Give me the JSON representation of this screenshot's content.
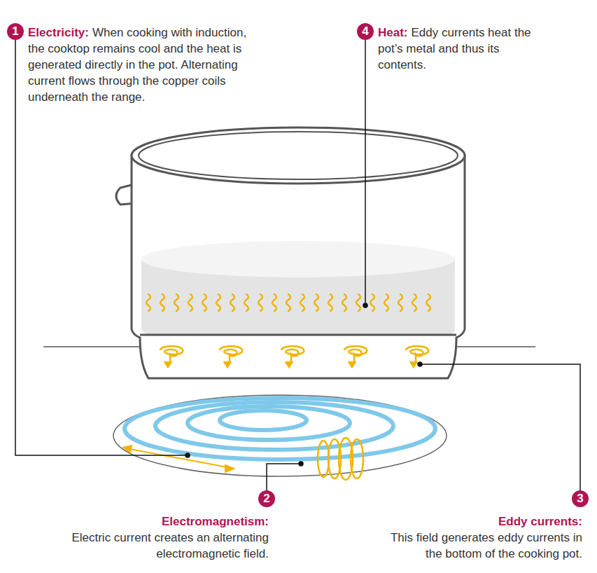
{
  "diagram": {
    "nodes": [
      {
        "text": [
          "1"
        ]
      },
      {
        "text": [
          "4"
        ]
      },
      {
        "text": [
          "2"
        ]
      },
      {
        "text": [
          "3"
        ]
      }
    ],
    "labels": [
      "Electricity:",
      "When cooking with induction, the cooktop remains cool and the heat is generated directly in the pot. Alternating current flows through the copper coils underneath the range.",
      "Heat:",
      "Eddy currents heat the pot’s metal and thus its contents.",
      "Electromagnetism:",
      "Electric current creates an alternating electromagnetic field.",
      "Eddy currents:",
      "This field generates eddy currents in the bottom of the cooking pot."
    ]
  }
}
